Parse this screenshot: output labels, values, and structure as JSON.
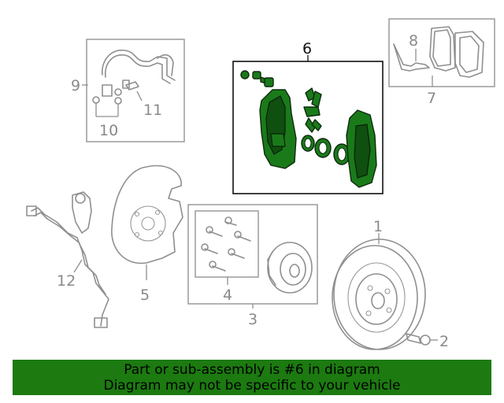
{
  "callouts": {
    "c1": "1",
    "c2": "2",
    "c3": "3",
    "c4": "4",
    "c5": "5",
    "c6": "6",
    "c7": "7",
    "c8": "8",
    "c9": "9",
    "c10": "10",
    "c11": "11",
    "c12": "12"
  },
  "highlight": {
    "part_number": "6",
    "color": "#1c7a10"
  },
  "banner": {
    "line1": "Part or sub-assembly is #6 in diagram",
    "line2": "Diagram may not be specific to your vehicle"
  }
}
